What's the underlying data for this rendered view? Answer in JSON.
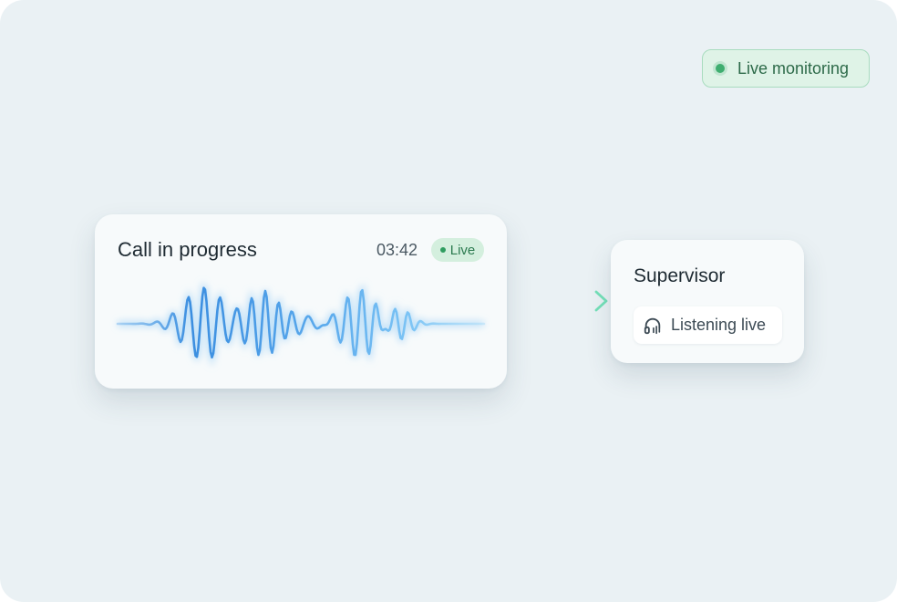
{
  "monitor_badge": {
    "label": "Live monitoring",
    "icon": "status-dot-icon",
    "color": "#3fae70"
  },
  "call_card": {
    "title": "Call in progress",
    "duration": "03:42",
    "live_label": "Live",
    "live_color": "#2f9d60",
    "waveform_icon": "audio-waveform-icon",
    "wave_colors": [
      "#3b8ee0",
      "#7cc4f5"
    ]
  },
  "connector": {
    "icon": "arrow-right-icon",
    "color": "#6fd4d0"
  },
  "supervisor_card": {
    "title": "Supervisor",
    "status_label": "Listening live",
    "status_icon": "headset-icon"
  }
}
